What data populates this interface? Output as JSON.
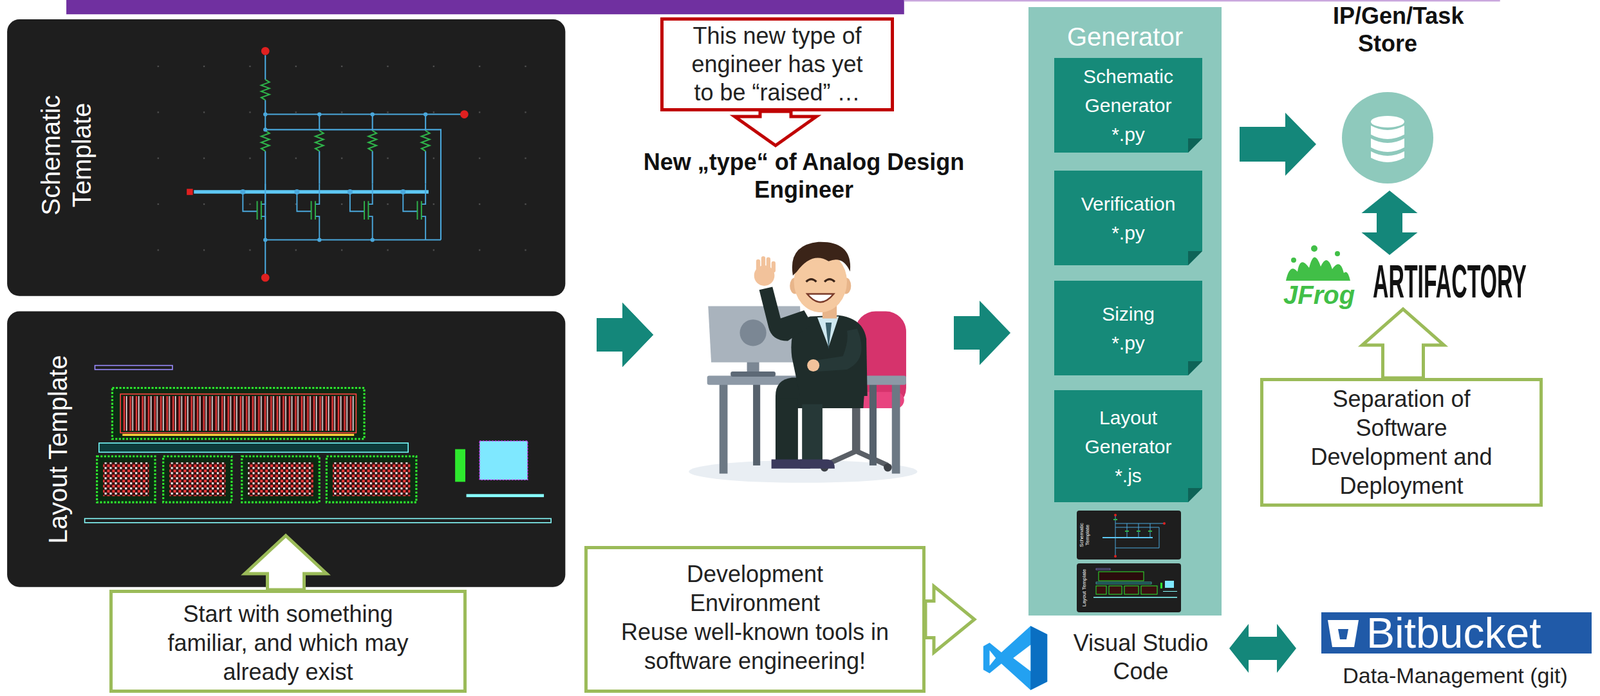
{
  "diagram": {
    "nodes": [
      {
        "text": [
          "Schematic Template"
        ]
      },
      {
        "text": [
          "Layout Template"
        ]
      },
      {
        "text": [
          "Start with something familiar, and which may already exist"
        ]
      },
      {
        "text": [
          "This new type of engineer has yet to be “raised” …"
        ]
      },
      {
        "text": [
          "New „type“ of Analog Design Engineer"
        ]
      },
      {
        "text": [
          "Development Environment",
          "Reuse well-known tools in software engineering!"
        ]
      },
      {
        "text": [
          "Generator"
        ]
      },
      {
        "text": [
          "Schematic Generator *.py"
        ],
        "in": 6
      },
      {
        "text": [
          "Verification *.py"
        ],
        "in": 6
      },
      {
        "text": [
          "Sizing *.py"
        ],
        "in": 6
      },
      {
        "text": [
          "Layout Generator *.js"
        ],
        "in": 6
      },
      {
        "text": [
          "Schematic Template"
        ],
        "in": 6
      },
      {
        "text": [
          "Layout Template"
        ],
        "in": 6
      },
      {
        "text": [
          "Visual Studio Code"
        ]
      },
      {
        "text": [
          "IP/Gen/Task Store"
        ]
      },
      {
        "text": [
          "JFrog",
          "ARTIFACTORY"
        ]
      },
      {
        "text": [
          "Separation of Software Development and Deployment"
        ]
      },
      {
        "text": [
          "Bitbucket",
          "Data-Management (git)"
        ]
      }
    ],
    "edges": [
      {
        "from": 0,
        "to": 4,
        "arrow": "to"
      },
      {
        "from": 1,
        "to": 4,
        "arrow": "to"
      },
      {
        "from": 4,
        "to": 6,
        "arrow": "to"
      },
      {
        "from": 6,
        "to": 14,
        "arrow": "to"
      },
      {
        "from": 14,
        "to": 15,
        "arrow": "both"
      },
      {
        "from": 13,
        "to": 17,
        "arrow": "both"
      },
      {
        "from": 2,
        "to": 1,
        "arrow": "to"
      },
      {
        "from": 3,
        "to": 4,
        "arrow": "to"
      },
      {
        "from": 16,
        "to": 15,
        "arrow": "to"
      },
      {
        "from": 5,
        "to": 13,
        "arrow": "to"
      }
    ]
  }
}
